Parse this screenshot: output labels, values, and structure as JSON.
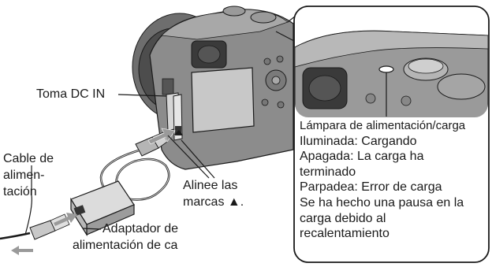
{
  "labels": {
    "dc_in": "Toma DC IN",
    "cable_line1": "Cable de",
    "cable_line2": "alimen-",
    "cable_line3": "tación",
    "align_line1": "Alinee las",
    "align_line2": "marcas ▲.",
    "adapter_line1": "Adaptador de",
    "adapter_line2": "alimentación de ca"
  },
  "inset": {
    "title": "Lámpara de alimentación/carga",
    "lines": [
      "Iluminada: Cargando",
      "Apagada: La carga ha",
      "terminado",
      "Parpadea: Error de carga",
      "Se ha hecho una pausa en la",
      "carga debido al",
      "recalentamiento"
    ]
  },
  "colors": {
    "line": "#1a1a1a",
    "body_gray": "#8c8c8c",
    "body_dark": "#5a5a5a",
    "body_light": "#c8c8c8",
    "arrow": "#9a9a9a"
  }
}
